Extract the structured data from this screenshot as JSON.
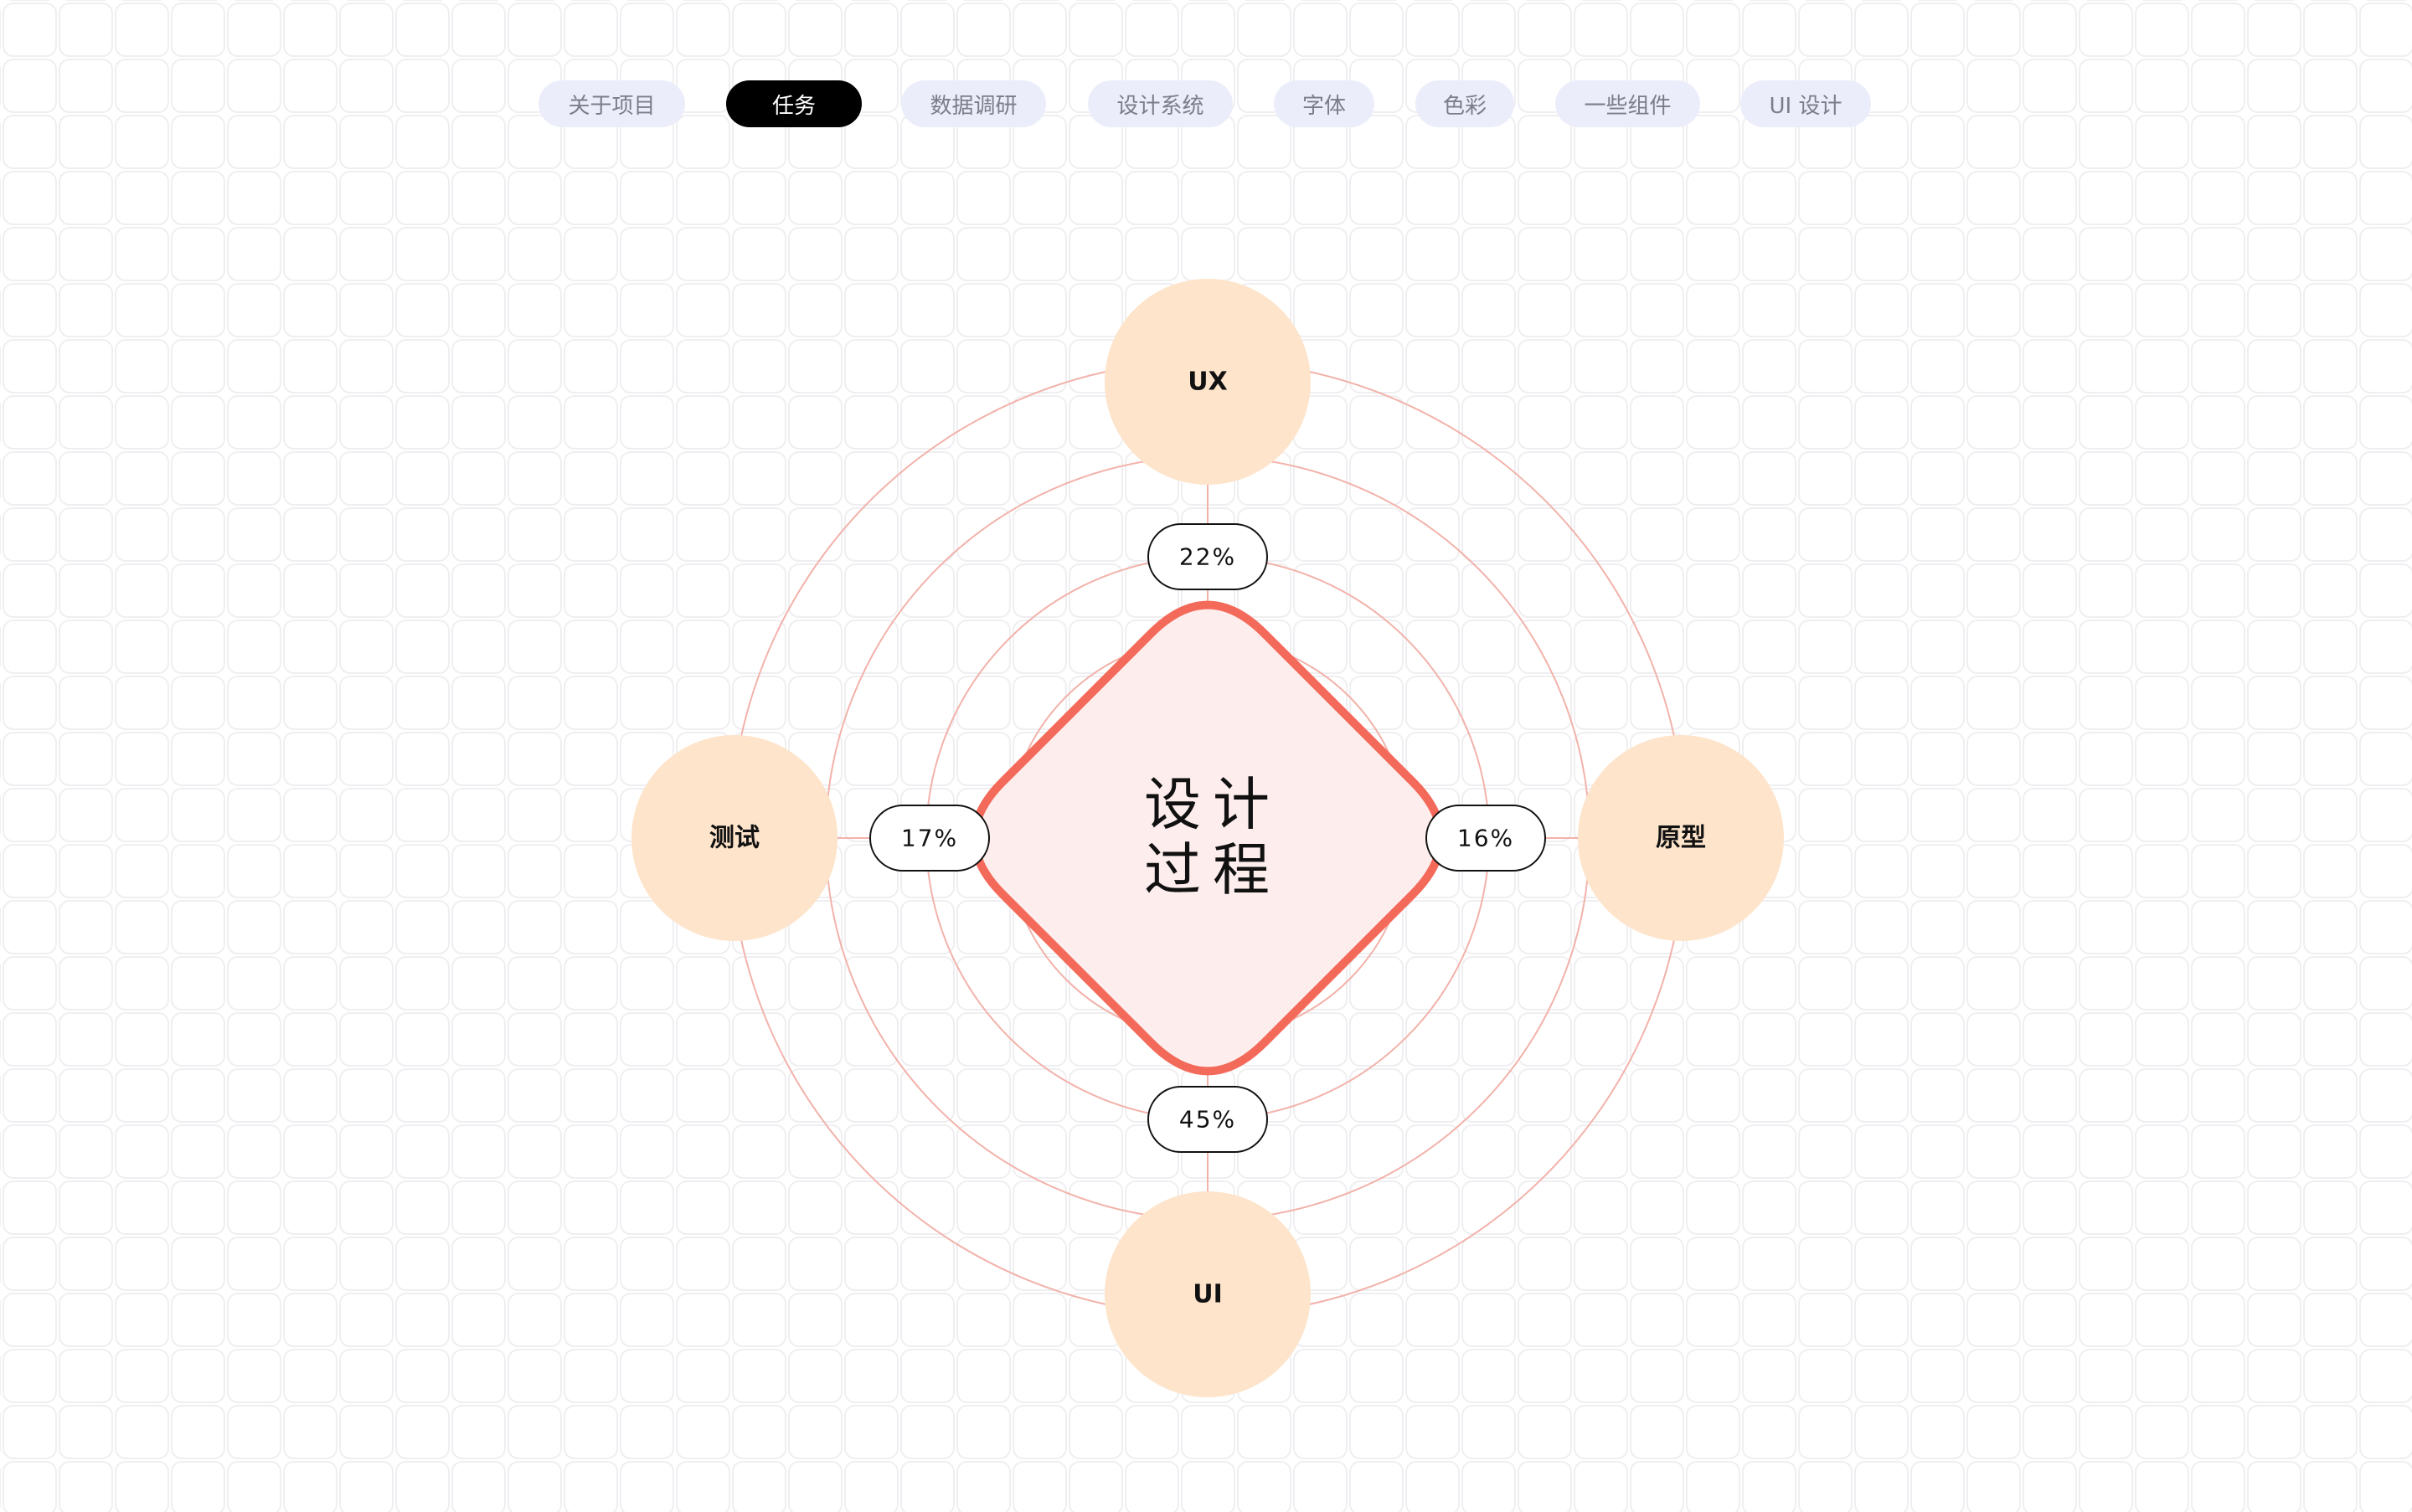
{
  "nav": {
    "tabs": [
      {
        "label": "关于项目",
        "active": false
      },
      {
        "label": "任务",
        "active": true
      },
      {
        "label": "数据调研",
        "active": false
      },
      {
        "label": "设计系统",
        "active": false
      },
      {
        "label": "字体",
        "active": false
      },
      {
        "label": "色彩",
        "active": false
      },
      {
        "label": "一些组件",
        "active": false
      },
      {
        "label": "UI 设计",
        "active": false
      }
    ]
  },
  "diagram": {
    "center_title_line1": "设计",
    "center_title_line2": "过程",
    "nodes": [
      {
        "label": "UX",
        "direction": "top",
        "value_label": "22%",
        "value": 22
      },
      {
        "label": "原型",
        "direction": "right",
        "value_label": "16%",
        "value": 16
      },
      {
        "label": "UI",
        "direction": "bottom",
        "value_label": "45%",
        "value": 45
      },
      {
        "label": "测试",
        "direction": "left",
        "value_label": "17%",
        "value": 17
      }
    ]
  },
  "colors": {
    "accent": "#f46a5a",
    "fill": "#fdeeed",
    "ring": "#f2b2aa",
    "node": "#fde4cb",
    "tab_bg": "#ecedfa",
    "tab_active": "#000000"
  }
}
